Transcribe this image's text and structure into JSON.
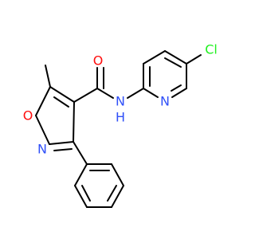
{
  "colors": {
    "carbon_bond": "#000000",
    "oxygen": "#ff0d0d",
    "nitrogen": "#3050f8",
    "chlorine": "#1ff01f"
  },
  "atoms": {
    "carbonyl_oxygen": "O",
    "amide_nitrogen": "N",
    "amide_hydrogen": "H",
    "chlorine": "Cl",
    "pyridine_nitrogen": "N",
    "ring_oxygen": "O",
    "ring_nitrogen": "N"
  }
}
